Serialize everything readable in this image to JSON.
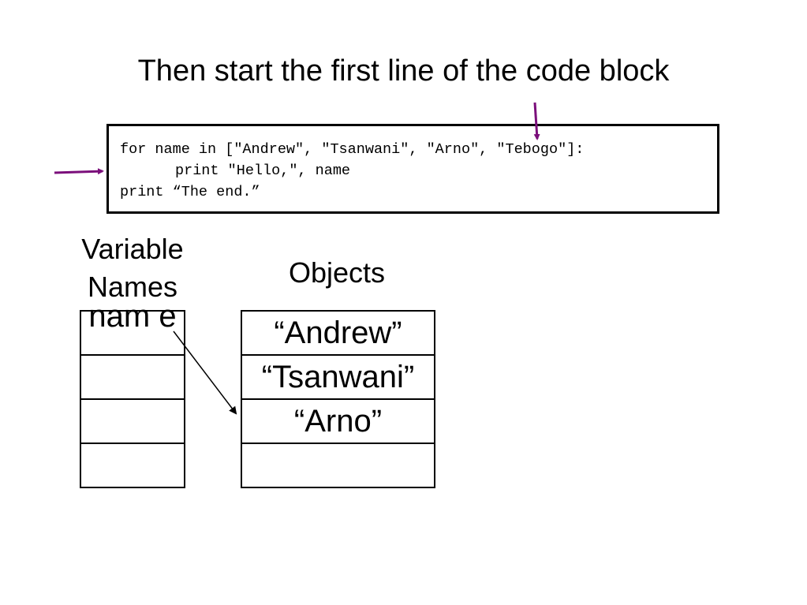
{
  "slide": {
    "title": "Then start the first line of the code block"
  },
  "code": {
    "lines": [
      "for name in [\"Andrew\", \"Tsanwani\", \"Arno\", \"Tebogo\"]:",
      "print \"Hello,\", name",
      "print “The end.”"
    ]
  },
  "variables": {
    "heading": "Variable Names",
    "cells": [
      "nam e",
      "",
      "",
      ""
    ]
  },
  "objects": {
    "heading": "Objects",
    "cells": [
      "“Andrew”",
      "“Tsanwani”",
      "“Arno”",
      ""
    ]
  },
  "colors": {
    "pointer_arrow": "#7b0f7b",
    "reference_arrow": "#000000"
  }
}
